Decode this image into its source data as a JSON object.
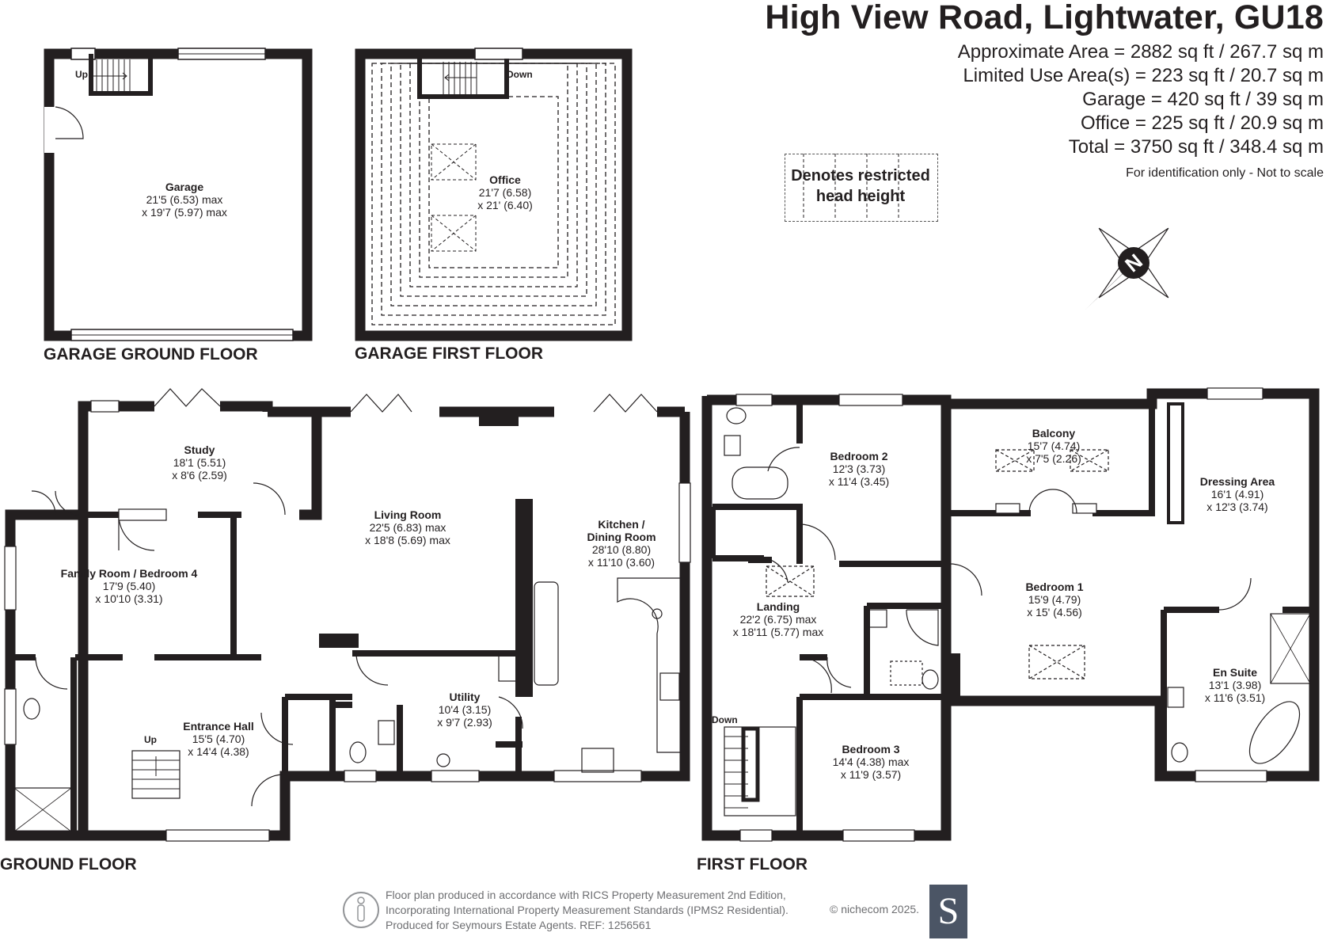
{
  "header": {
    "title": "High View Road, Lightwater, GU18",
    "areas": [
      "Approximate Area = 2882 sq ft / 267.7 sq m",
      "Limited Use Area(s) = 223 sq ft / 20.7 sq m",
      "Garage = 420 sq ft / 39 sq m",
      "Office = 225 sq ft / 20.9 sq m",
      "Total = 3750 sq ft / 348.4 sq m"
    ],
    "disclaimer": "For identification only - Not to scale"
  },
  "legend": {
    "line1": "Denotes restricted",
    "line2": "head height"
  },
  "compass": {
    "letter": "N"
  },
  "floors": {
    "garage_ground": "GARAGE GROUND FLOOR",
    "garage_first": "GARAGE FIRST FLOOR",
    "ground": "GROUND FLOOR",
    "first": "FIRST FLOOR"
  },
  "stair_labels": {
    "garage_up": "Up",
    "garage_down": "Down",
    "ground_up": "Up",
    "first_down": "Down"
  },
  "rooms": {
    "garage": {
      "name": "Garage",
      "dim1": "21'5 (6.53) max",
      "dim2": "x 19'7 (5.97) max"
    },
    "office": {
      "name": "Office",
      "dim1": "21'7 (6.58)",
      "dim2": "x 21' (6.40)"
    },
    "study": {
      "name": "Study",
      "dim1": "18'1 (5.51)",
      "dim2": "x 8'6 (2.59)"
    },
    "living": {
      "name": "Living Room",
      "dim1": "22'5 (6.83) max",
      "dim2": "x 18'8 (5.69) max"
    },
    "kitchen": {
      "name1": "Kitchen /",
      "name2": "Dining Room",
      "dim1": "28'10 (8.80)",
      "dim2": "x 11'10 (3.60)"
    },
    "family": {
      "name": "Family Room / Bedroom 4",
      "dim1": "17'9 (5.40)",
      "dim2": "x 10'10 (3.31)"
    },
    "utility": {
      "name": "Utility",
      "dim1": "10'4 (3.15)",
      "dim2": "x 9'7 (2.93)"
    },
    "entrance": {
      "name": "Entrance Hall",
      "dim1": "15'5 (4.70)",
      "dim2": "x 14'4 (4.38)"
    },
    "bedroom2": {
      "name": "Bedroom 2",
      "dim1": "12'3 (3.73)",
      "dim2": "x 11'4 (3.45)"
    },
    "balcony": {
      "name": "Balcony",
      "dim1": "15'7 (4.74)",
      "dim2": "x 7'5 (2.26)"
    },
    "dressing": {
      "name": "Dressing Area",
      "dim1": "16'1 (4.91)",
      "dim2": "x 12'3 (3.74)"
    },
    "landing": {
      "name": "Landing",
      "dim1": "22'2 (6.75) max",
      "dim2": "x 18'11 (5.77) max"
    },
    "bedroom1": {
      "name": "Bedroom 1",
      "dim1": "15'9 (4.79)",
      "dim2": "x 15' (4.56)"
    },
    "ensuite": {
      "name": "En Suite",
      "dim1": "13'1 (3.98)",
      "dim2": "x 11'6 (3.51)"
    },
    "bedroom3": {
      "name": "Bedroom 3",
      "dim1": "14'4 (4.38) max",
      "dim2": "x 11'9 (3.57)"
    }
  },
  "footer": {
    "line1": "Floor plan produced in accordance with RICS Property Measurement 2nd Edition,",
    "line2": "Incorporating International Property Measurement Standards (IPMS2 Residential).",
    "line3": "Produced for Seymours Estate Agents.   REF: 1256561",
    "copyright": "© nichecom 2025.",
    "logo_letter": "S"
  }
}
